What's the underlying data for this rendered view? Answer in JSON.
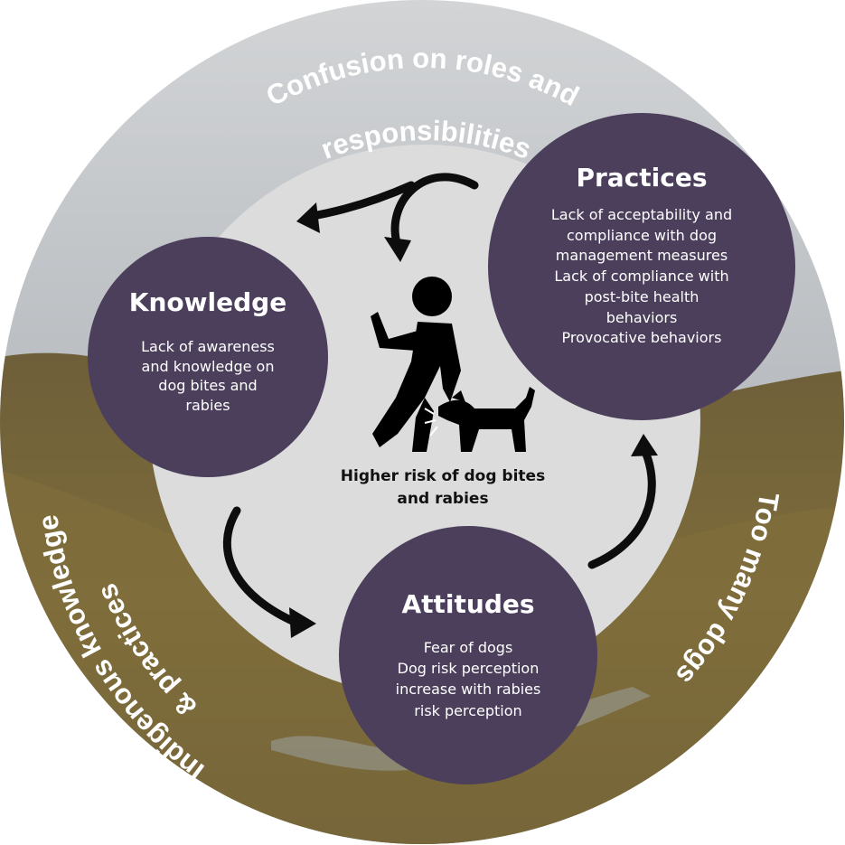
{
  "colors": {
    "circle_fill": "#4b3f5c",
    "inner_disk": "#dcdcdc",
    "sky_top": "#c3c5c8",
    "sky_bottom": "#a9aeb3",
    "hills": "#6b5e3b",
    "ground": "#7a6a38",
    "arrow": "#0d0d0d",
    "text_light": "#ffffff"
  },
  "outer_labels": {
    "top_line1": "Confusion on roles and",
    "top_line2": "responsibilities",
    "right": "Too many dogs",
    "left_line1": "Indigenous knowledge",
    "left_line2": "& practices"
  },
  "center": {
    "caption_line1": "Higher risk of dog bites",
    "caption_line2": "and rabies",
    "icon": "person-bitten-by-dog-icon"
  },
  "circles": {
    "knowledge": {
      "title": "Knowledge",
      "lines": [
        "Lack of awareness",
        "and knowledge on",
        "dog bites and",
        "rabies"
      ]
    },
    "practices": {
      "title": "Practices",
      "lines": [
        "Lack of acceptability and",
        "compliance with dog",
        "management measures",
        "Lack of compliance with",
        "post-bite health",
        "behaviors",
        "Provocative behaviors"
      ]
    },
    "attitudes": {
      "title": "Attitudes",
      "lines": [
        "Fear of dogs",
        "Dog risk perception",
        "increase with rabies",
        "risk perception"
      ]
    }
  }
}
